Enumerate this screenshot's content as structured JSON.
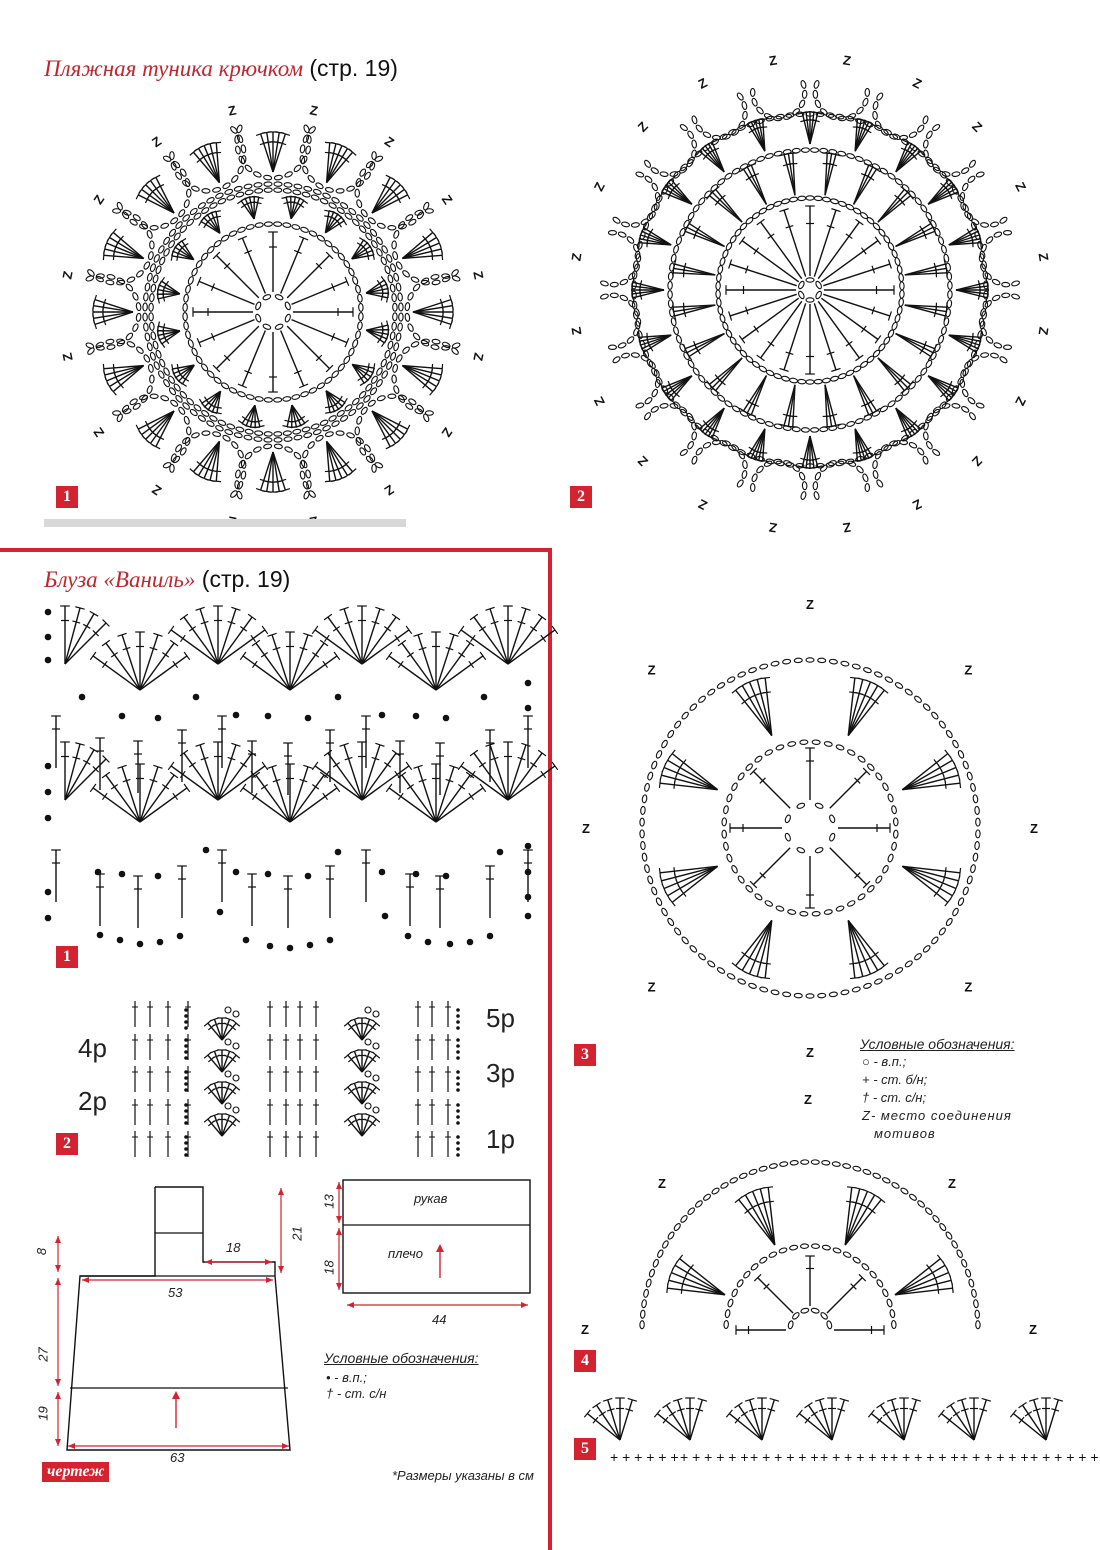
{
  "tunic": {
    "title": "Пляжная туника крючком",
    "page_ref": "(стр. 19)",
    "badge_1": "1",
    "badge_2": "2"
  },
  "blouse": {
    "title": "Блуза «Ваниль»",
    "page_ref": "(стр. 19)",
    "badge_1": "1",
    "badge_2": "2",
    "rows_left": [
      "4р",
      "2р"
    ],
    "rows_right": [
      "5р",
      "3р",
      "1р"
    ],
    "draft_badge": "чертеж",
    "sleeve_label": "рукав",
    "shoulder_label": "плечо",
    "dims": {
      "d8": "8",
      "d18_top": "18",
      "d21": "21",
      "d53": "53",
      "d27": "27",
      "d19": "19",
      "d63": "63",
      "d13": "13",
      "d18_side": "18",
      "d44": "44"
    },
    "legend_title": "Условные обозначения:",
    "legend_items": [
      "• - в.п.;",
      "† - ст. с/н"
    ],
    "footnote": "*Размеры указаны в см"
  },
  "right_panel": {
    "badge_3": "3",
    "badge_4": "4",
    "badge_5": "5",
    "join_mark": "Z",
    "legend_title": "Условные обозначения:",
    "legend_items": [
      "○ - в.п.;",
      "+ - ст. б/н;",
      "† - ст. с/н;",
      "Z- место соединения",
      "мотивов"
    ]
  },
  "colors": {
    "accent": "#d32330",
    "ink": "#111111"
  }
}
